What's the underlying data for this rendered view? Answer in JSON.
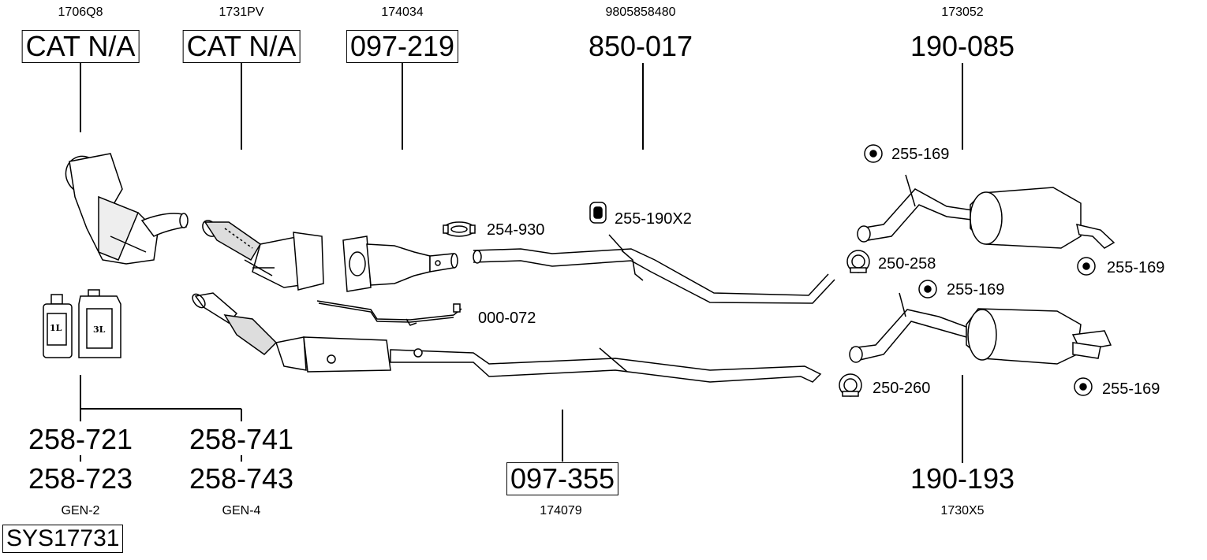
{
  "oem_codes": {
    "c1": "1706Q8",
    "c2": "1731PV",
    "c3": "174034",
    "c4": "9805858480",
    "c5": "173052",
    "c6": "174079",
    "c7": "1730X5"
  },
  "parts": {
    "p1": "CAT N/A",
    "p2": "CAT N/A",
    "p3": "097-219",
    "p4": "850-017",
    "p5": "190-085",
    "p6": "097-355",
    "p7": "190-193"
  },
  "fitting_kits": {
    "k1a": "258-721",
    "k1b": "258-723",
    "k2a": "258-741",
    "k2b": "258-743",
    "g1": "GEN-2",
    "g2": "GEN-4"
  },
  "accessories": {
    "a1": "254-930",
    "a2": "255-190X2",
    "a3": "000-072",
    "a4": "255-169",
    "a5": "250-258",
    "a6": "255-169",
    "a7": "255-169",
    "a8": "250-260",
    "a9": "255-169"
  },
  "oil": {
    "small": "1L",
    "large": "3L"
  },
  "system_id": "SYS17731"
}
